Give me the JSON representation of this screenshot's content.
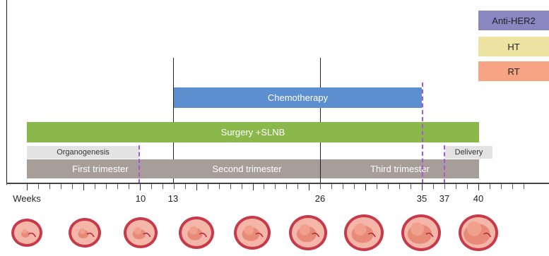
{
  "legend": {
    "anti_her2": "Anti-HER2",
    "ht": "HT",
    "rt": "RT"
  },
  "bars": {
    "chemotherapy": "Chemotherapy",
    "surgery": "Surgery +SLNB",
    "organogenesis": "Organogenesis",
    "delivery": "Delivery"
  },
  "trimesters": {
    "first": "First trimester",
    "second": "Second trimester",
    "third": "Third trimester"
  },
  "axis": {
    "label": "Weeks",
    "ticks": [
      "10",
      "13",
      "26",
      "35",
      "37",
      "40"
    ]
  },
  "colors": {
    "anti_her2": "#8a86c2",
    "ht": "#ede3a3",
    "rt": "#f7a484",
    "chemotherapy": "#5b8fcf",
    "surgery": "#8ab84a",
    "trimester": "#a89e99",
    "label_grey": "#e3e3e3",
    "dashed": "#a45ad6"
  },
  "fetus_icons": [
    "fetus-week-4-icon",
    "fetus-week-8-icon",
    "fetus-week-12-icon",
    "fetus-week-16-icon",
    "fetus-week-20-icon",
    "fetus-week-24-icon",
    "fetus-week-28-icon",
    "fetus-week-32-icon",
    "fetus-week-36-icon"
  ]
}
